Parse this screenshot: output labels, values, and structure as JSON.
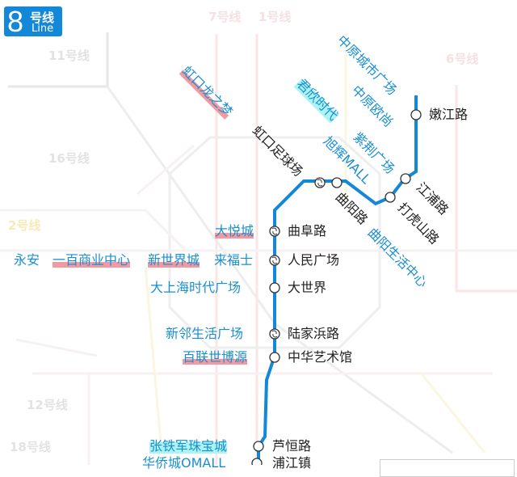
{
  "badge": {
    "number": "8",
    "title": "号线",
    "subtitle": "Line",
    "color": "#1488d8"
  },
  "other_lines": [
    "7号线",
    "1号线",
    "11号线",
    "6号线",
    "16号线",
    "2号线",
    "12号线",
    "18号线"
  ],
  "stations": [
    {
      "name": "嫩江路"
    },
    {
      "name": "江浦路"
    },
    {
      "name": "打虎山路"
    },
    {
      "name": "曲阳路"
    },
    {
      "name": "虹口足球场"
    },
    {
      "name": "曲阜路"
    },
    {
      "name": "人民广场"
    },
    {
      "name": "大世界"
    },
    {
      "name": "陆家浜路"
    },
    {
      "name": "中华艺术馆"
    },
    {
      "name": "芦恒路"
    },
    {
      "name": "浦江镇"
    }
  ],
  "malls": {
    "hongkou_longzhimeng": "虹口龙之梦",
    "zhongyuan_city": "中原城市广场",
    "zhongyuan_auchan": "中原欧尚",
    "junxin": "君欣时代",
    "zijing": "紫荆广场",
    "xuhui_mall": "旭辉MALL",
    "quyang_center": "曲阳生活中心",
    "joy_city": "大悦城",
    "yongan": "永安",
    "no1_dept": "一百商业中心",
    "new_world": "新世界城",
    "raffles": "来福士",
    "greater_shanghai": "大上海时代广场",
    "xinlin": "新邻生活广场",
    "bailian": "百联世博源",
    "zhangtiejun": "张铁军珠宝城",
    "huaqiao": "华侨城OMALL"
  },
  "colors": {
    "line": "#1488d8",
    "mall_text": "#1a8fd0",
    "highlight_red": "#f19aa2",
    "highlight_cyan": "#aef3f3"
  }
}
